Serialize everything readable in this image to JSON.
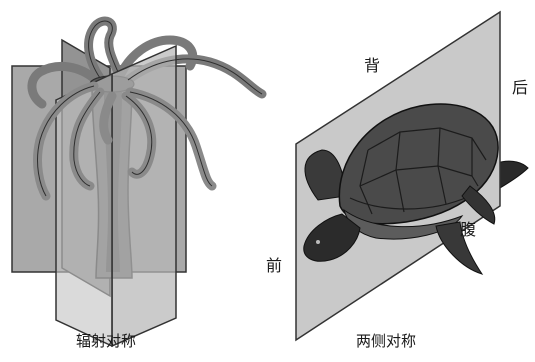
{
  "captions": {
    "radial": "辐射对称",
    "bilateral": "两侧对称"
  },
  "turtle_labels": {
    "back": "背",
    "rear": "后",
    "belly": "腹",
    "front": "前"
  }
}
